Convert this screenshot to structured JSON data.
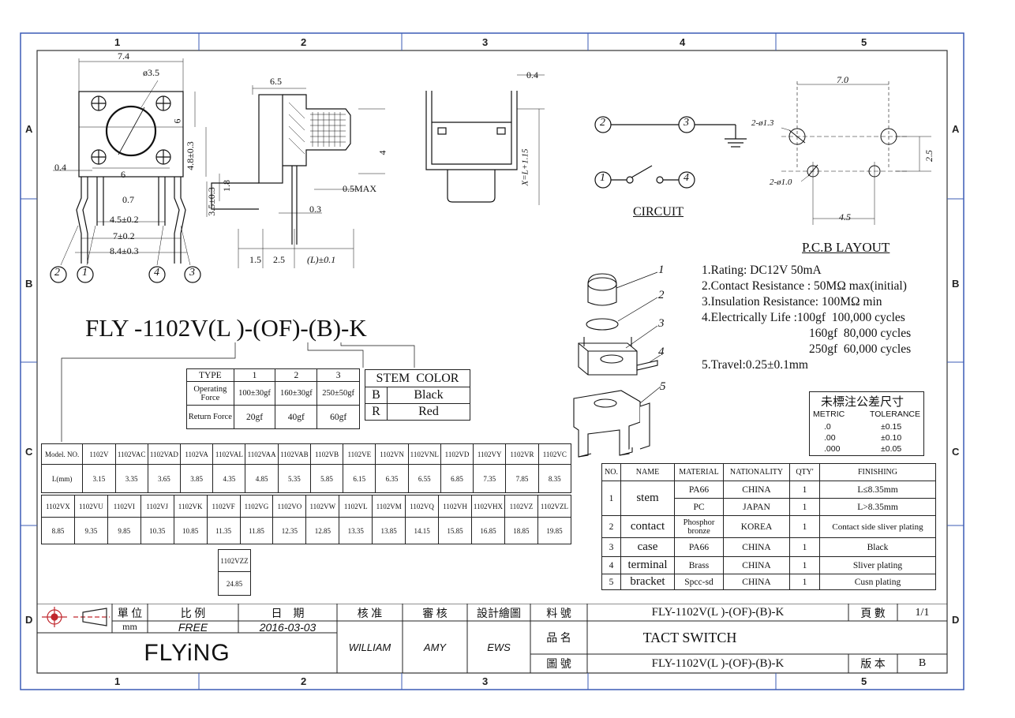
{
  "frame": {
    "zones_top": [
      "1",
      "2",
      "3",
      "4",
      "5"
    ],
    "zones_bottom": [
      "1",
      "2",
      "3",
      "5"
    ],
    "zones_side": [
      "A",
      "B",
      "C",
      "D"
    ]
  },
  "front_view": {
    "dims": [
      "7.4",
      "ø3.5",
      "6",
      "4.8±0.3",
      "0.4",
      "6",
      "0.7",
      "4.5±0.2",
      "7±0.2",
      "8.4±0.3"
    ],
    "pins": [
      "2",
      "1",
      "4",
      "3"
    ]
  },
  "side_view": {
    "dims": [
      "6.5",
      "1.8",
      "3.5±0.3",
      "4",
      "0.5MAX",
      "0.3",
      "1.5",
      "2.5",
      "(L)±0.1"
    ]
  },
  "end_view": {
    "dims": [
      "0.4",
      "X=L+1.15"
    ]
  },
  "circuit": {
    "title": "CIRCUIT",
    "pins": [
      "2",
      "3",
      "1",
      "4"
    ]
  },
  "pcb_layout": {
    "title": "P.C.B LAYOUT",
    "dims": [
      "7.0",
      "2-ø1.3",
      "2-ø1.0",
      "2.5",
      "4.5"
    ]
  },
  "part_number": "FLY -1102V(L )-(OF)-(B)-K",
  "exploded_labels": [
    "1",
    "2",
    "3",
    "4",
    "5"
  ],
  "specs": [
    "1.Rating: DC12V 50mA",
    "2.Contact Resistance : 50MΩ max(initial)",
    "3.Insulation Resistance: 100MΩ min",
    "4.Electrically Life :100gf  100,000 cycles",
    "160gf  80,000 cycles",
    "250gf  60,000 cycles",
    "5.Travel:0.25±0.1mm"
  ],
  "force_table": {
    "header": [
      "TYPE",
      "1",
      "2",
      "3"
    ],
    "rows": [
      [
        "Operating Force",
        "100±30gf",
        "160±30gf",
        "250±50gf"
      ],
      [
        "Return Force",
        "20gf",
        "40gf",
        "60gf"
      ]
    ]
  },
  "stem_color": {
    "title": "STEM  COLOR",
    "rows": [
      [
        "B",
        "Black"
      ],
      [
        "R",
        "Red"
      ]
    ]
  },
  "model_table_1": {
    "labels": [
      "Model. NO.",
      "L(mm)"
    ],
    "models": [
      "1102V",
      "1102VAC",
      "1102VAD",
      "1102VA",
      "1102VAL",
      "1102VAA",
      "1102VAB",
      "1102VB",
      "1102VE",
      "1102VN",
      "1102VNL",
      "1102VD",
      "1102VY",
      "1102VR",
      "1102VC"
    ],
    "lengths": [
      "3.15",
      "3.35",
      "3.65",
      "3.85",
      "4.35",
      "4.85",
      "5.35",
      "5.85",
      "6.15",
      "6.35",
      "6.55",
      "6.85",
      "7.35",
      "7.85",
      "8.35"
    ]
  },
  "model_table_2": {
    "models": [
      "1102VX",
      "1102VU",
      "1102VI",
      "1102VJ",
      "1102VK",
      "1102VF",
      "1102VG",
      "1102VO",
      "1102VW",
      "1102VL",
      "1102VM",
      "1102VQ",
      "1102VH",
      "1102VHX",
      "1102VZ",
      "1102VZL"
    ],
    "lengths": [
      "8.85",
      "9.35",
      "9.85",
      "10.35",
      "10.85",
      "11.35",
      "11.85",
      "12.35",
      "12.85",
      "13.35",
      "13.85",
      "14.15",
      "15.85",
      "16.85",
      "18.85",
      "19.85"
    ]
  },
  "model_table_3": {
    "model": "1102VZZ",
    "length": "24.85"
  },
  "tolerance": {
    "title": "未標注公差尺寸",
    "headers": [
      "METRIC",
      "TOLERANCE"
    ],
    "rows": [
      [
        ".0",
        "±0.15"
      ],
      [
        ".00",
        "±0.10"
      ],
      [
        ".000",
        "±0.05"
      ]
    ]
  },
  "bom": {
    "headers": [
      "NO.",
      "NAME",
      "MATERIAL",
      "NATIONALITY",
      "QTY'",
      "FINISHING"
    ],
    "rows": [
      {
        "no": "1",
        "name": "stem",
        "material": "PA66",
        "nationality": "CHINA",
        "qty": "1",
        "finishing": "L≤8.35mm"
      },
      {
        "no": "",
        "name": "",
        "material": "PC",
        "nationality": "JAPAN",
        "qty": "1",
        "finishing": "L>8.35mm"
      },
      {
        "no": "2",
        "name": "contact",
        "material": "Phosphor bronze",
        "nationality": "KOREA",
        "qty": "1",
        "finishing": "Contact side sliver plating"
      },
      {
        "no": "3",
        "name": "case",
        "material": "PA66",
        "nationality": "CHINA",
        "qty": "1",
        "finishing": "Black"
      },
      {
        "no": "4",
        "name": "terminal",
        "material": "Brass",
        "nationality": "CHINA",
        "qty": "1",
        "finishing": "Sliver plating"
      },
      {
        "no": "5",
        "name": "bracket",
        "material": "Spcc-sd",
        "nationality": "CHINA",
        "qty": "1",
        "finishing": "Cusn plating"
      }
    ]
  },
  "title_block": {
    "unit_label": "單 位",
    "unit_value": "mm",
    "scale_label": "比 例",
    "scale_value": "FREE",
    "date_label": "日    期",
    "date_value": "2016-03-03",
    "approve_label": "核 准",
    "approve_value": "WILLIAM",
    "review_label": "審 核",
    "review_value": "AMY",
    "design_label": "設計繪圖",
    "design_value": "EWS",
    "part_no_label": "料 號",
    "part_no_value": "FLY-1102V(L )-(OF)-(B)-K",
    "page_label": "頁 數",
    "page_value": "1/1",
    "name_label": "品 名",
    "name_value": "TACT SWITCH",
    "drawing_label": "圖 號",
    "drawing_value": "FLY-1102V(L )-(OF)-(B)-K",
    "version_label": "版 本",
    "version_value": "B",
    "company": "FLYiNG"
  }
}
